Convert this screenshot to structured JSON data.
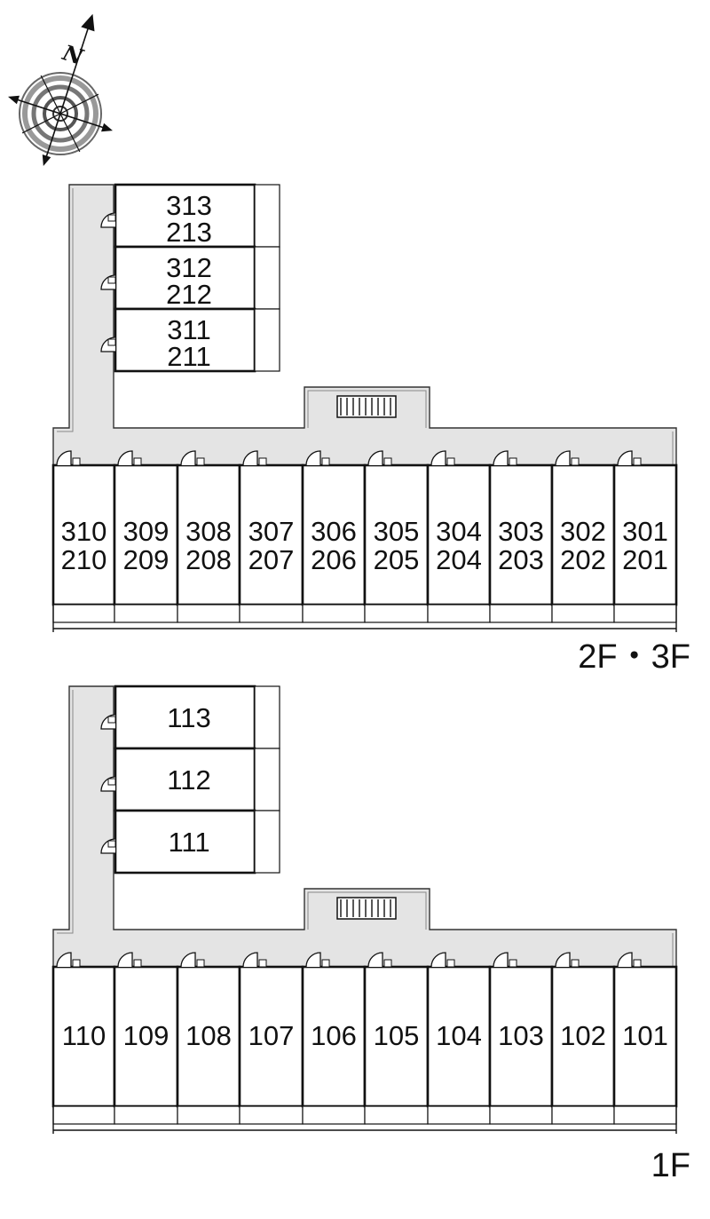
{
  "compass": {
    "north_label": "N",
    "icon": "compass-rose-icon"
  },
  "upper_floors": {
    "floor_label": "2F・3F",
    "wing_units": [
      {
        "top": "313",
        "bottom": "213"
      },
      {
        "top": "312",
        "bottom": "212"
      },
      {
        "top": "311",
        "bottom": "211"
      }
    ],
    "row_units": [
      {
        "top": "310",
        "bottom": "210"
      },
      {
        "top": "309",
        "bottom": "209"
      },
      {
        "top": "308",
        "bottom": "208"
      },
      {
        "top": "307",
        "bottom": "207"
      },
      {
        "top": "306",
        "bottom": "206"
      },
      {
        "top": "305",
        "bottom": "205"
      },
      {
        "top": "304",
        "bottom": "204"
      },
      {
        "top": "303",
        "bottom": "203"
      },
      {
        "top": "302",
        "bottom": "202"
      },
      {
        "top": "301",
        "bottom": "201"
      }
    ]
  },
  "ground_floor": {
    "floor_label": "1F",
    "wing_units": [
      {
        "top": "113"
      },
      {
        "top": "112"
      },
      {
        "top": "111"
      }
    ],
    "row_units": [
      {
        "top": "110"
      },
      {
        "top": "109"
      },
      {
        "top": "108"
      },
      {
        "top": "107"
      },
      {
        "top": "106"
      },
      {
        "top": "105"
      },
      {
        "top": "104"
      },
      {
        "top": "103"
      },
      {
        "top": "102"
      },
      {
        "top": "101"
      }
    ]
  },
  "colors": {
    "corridor": "#e4e4e4",
    "wall": "#111111",
    "background": "#ffffff"
  }
}
